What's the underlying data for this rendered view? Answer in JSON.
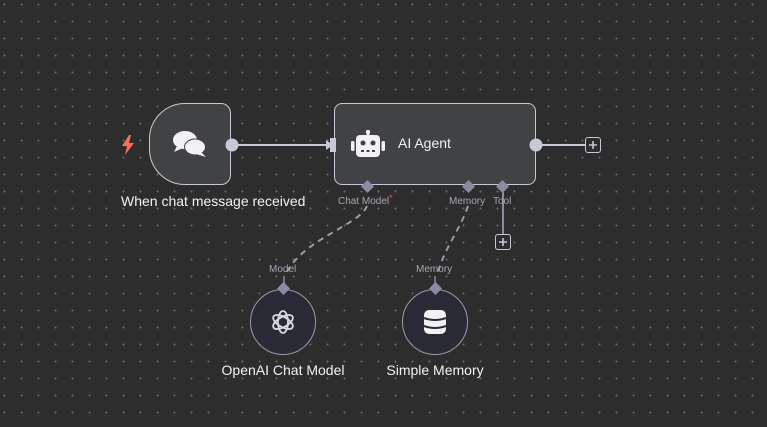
{
  "canvas": {
    "background": "#2d2d2d",
    "dot_color": "#6a6a6a"
  },
  "nodes": {
    "trigger": {
      "label": "When chat message received",
      "icon": "chat-bubbles-icon",
      "trigger_icon": "lightning-bolt-icon",
      "trigger_color": "#ff6d5a"
    },
    "agent": {
      "title": "AI Agent",
      "icon": "robot-icon",
      "ports": {
        "chat_model": "Chat Model",
        "chat_model_required": "*",
        "memory": "Memory",
        "tool": "Tool"
      },
      "add_output_icon": "plus-icon",
      "add_tool_icon": "plus-icon"
    },
    "openai": {
      "label": "OpenAI Chat Model",
      "port_label": "Model",
      "icon": "openai-logo-icon"
    },
    "memory": {
      "label": "Simple Memory",
      "port_label": "Memory",
      "icon": "database-icon"
    }
  },
  "colors": {
    "node_fill": "#414244",
    "node_border": "#c6cad6",
    "sub_node_fill": "#2a2a37",
    "port_color": "#8a8ca0",
    "required_marker": "#ea4d5a"
  }
}
